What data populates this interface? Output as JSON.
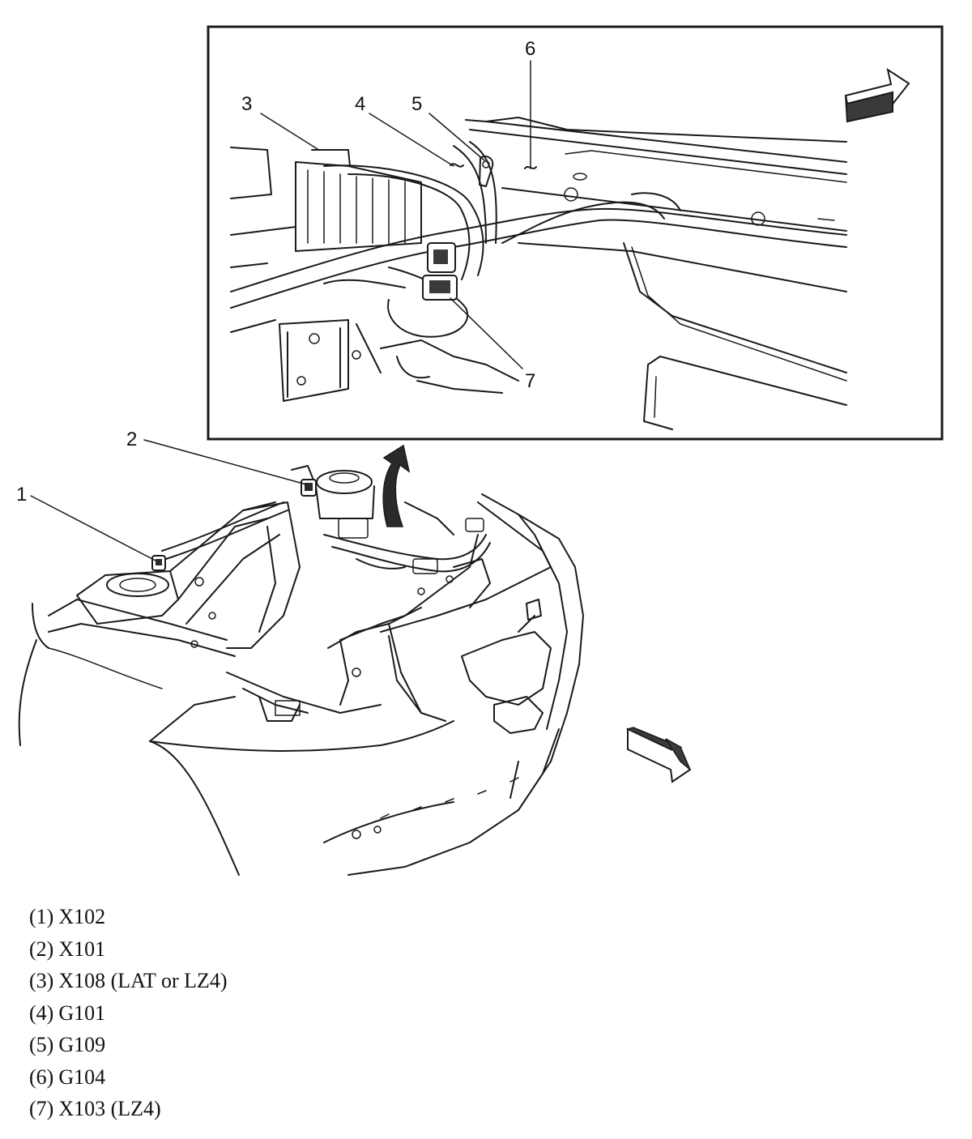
{
  "callouts": [
    {
      "id": "1",
      "label": "1"
    },
    {
      "id": "2",
      "label": "2"
    },
    {
      "id": "3",
      "label": "3"
    },
    {
      "id": "4",
      "label": "4"
    },
    {
      "id": "5",
      "label": "5"
    },
    {
      "id": "6",
      "label": "6"
    },
    {
      "id": "7",
      "label": "7"
    }
  ],
  "legend": [
    {
      "num": "(1)",
      "text": "X102"
    },
    {
      "num": "(2)",
      "text": "X101"
    },
    {
      "num": "(3)",
      "text": "X108 (LAT or LZ4)"
    },
    {
      "num": "(4)",
      "text": "G101"
    },
    {
      "num": "(5)",
      "text": "G109"
    },
    {
      "num": "(6)",
      "text": "G104"
    },
    {
      "num": "(7)",
      "text": "X103 (LZ4)"
    }
  ],
  "icons": [
    "direction-arrow-icon",
    "zoom-arrow-icon"
  ],
  "colors": {
    "line": "#1a1a1a",
    "background": "#ffffff"
  }
}
